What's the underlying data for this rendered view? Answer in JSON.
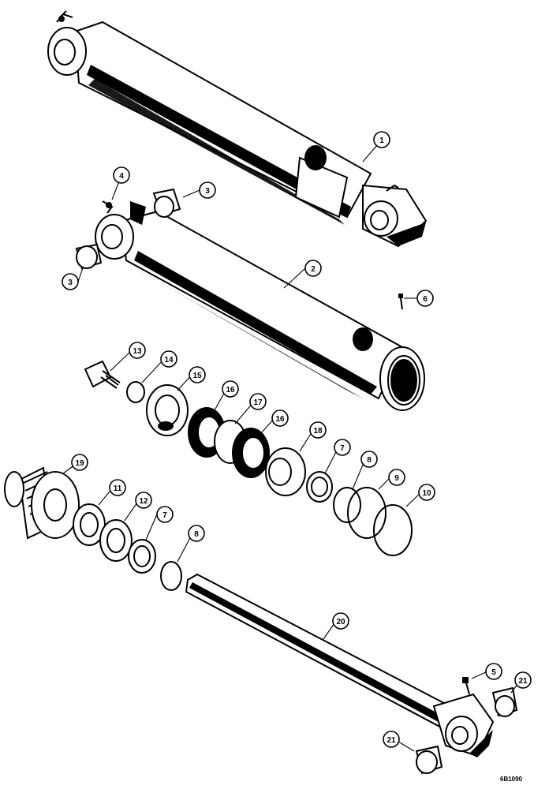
{
  "callouts": [
    {
      "id": "c1",
      "label": "1"
    },
    {
      "id": "c2",
      "label": "2"
    },
    {
      "id": "c3a",
      "label": "3"
    },
    {
      "id": "c3b",
      "label": "3"
    },
    {
      "id": "c4",
      "label": "4"
    },
    {
      "id": "c5",
      "label": "5"
    },
    {
      "id": "c6",
      "label": "6"
    },
    {
      "id": "c7a",
      "label": "7"
    },
    {
      "id": "c7b",
      "label": "7"
    },
    {
      "id": "c8a",
      "label": "8"
    },
    {
      "id": "c8b",
      "label": "8"
    },
    {
      "id": "c9",
      "label": "9"
    },
    {
      "id": "c10",
      "label": "10"
    },
    {
      "id": "c11",
      "label": "11"
    },
    {
      "id": "c12",
      "label": "12"
    },
    {
      "id": "c13",
      "label": "13"
    },
    {
      "id": "c14",
      "label": "14"
    },
    {
      "id": "c15",
      "label": "15"
    },
    {
      "id": "c16a",
      "label": "16"
    },
    {
      "id": "c16b",
      "label": "16"
    },
    {
      "id": "c17",
      "label": "17"
    },
    {
      "id": "c18",
      "label": "18"
    },
    {
      "id": "c19",
      "label": "19"
    },
    {
      "id": "c20",
      "label": "20"
    },
    {
      "id": "c21a",
      "label": "21"
    },
    {
      "id": "c21b",
      "label": "21"
    }
  ],
  "figure_code": "6B1090"
}
